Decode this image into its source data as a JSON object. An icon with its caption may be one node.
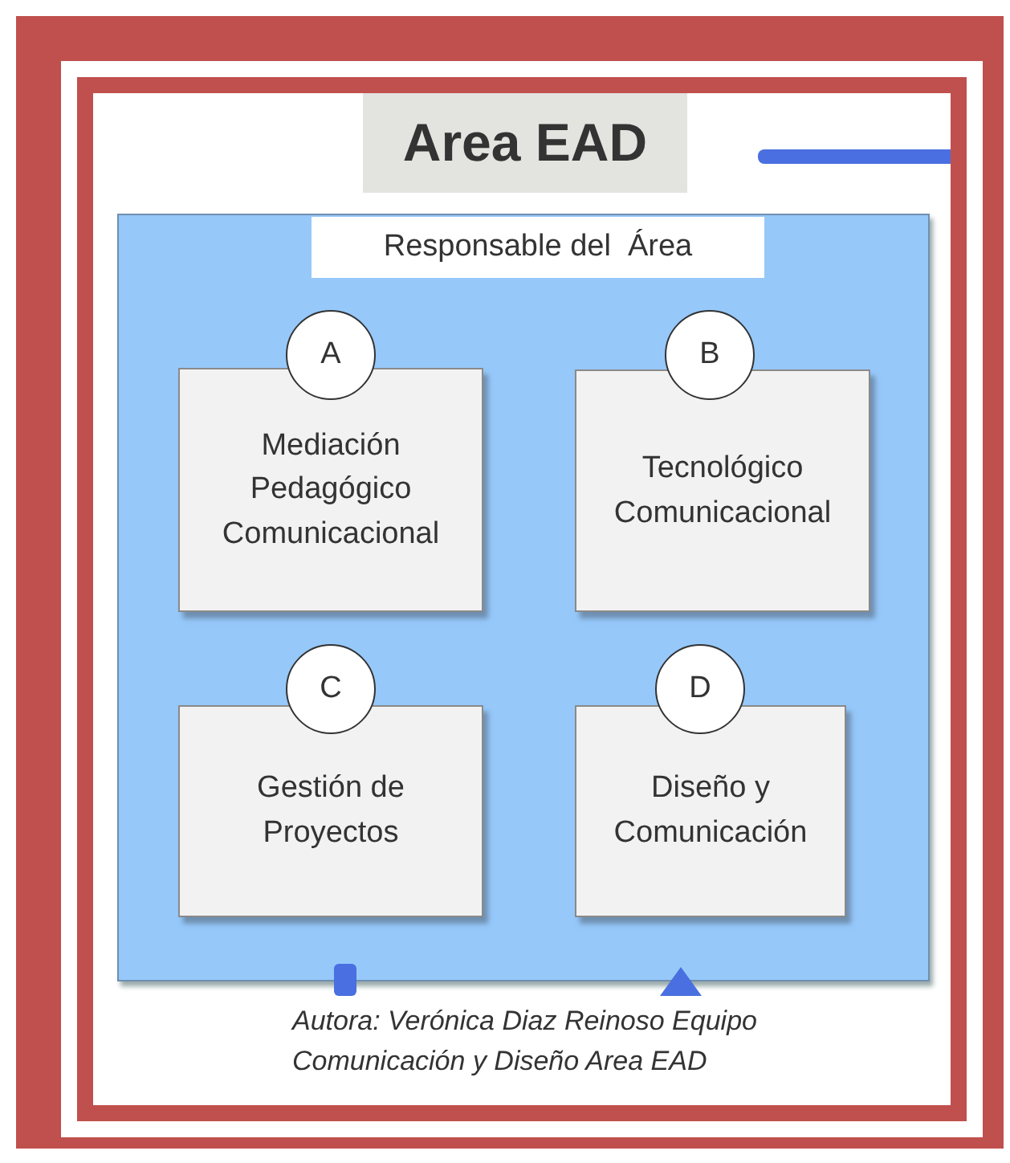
{
  "diagram": {
    "title": "Area EAD",
    "nodes": [
      {
        "text": [
          "Responsable del  Área"
        ]
      },
      {
        "text": [
          "A"
        ],
        "in": 0
      },
      {
        "text": [
          "Mediación Pedagógico Comunicacional"
        ],
        "in": 0
      },
      {
        "text": [
          "B"
        ],
        "in": 0
      },
      {
        "text": [
          "Tecnológico Comunicacional"
        ],
        "in": 0
      },
      {
        "text": [
          "C"
        ],
        "in": 0
      },
      {
        "text": [
          "Gestión de Proyectos"
        ],
        "in": 0
      },
      {
        "text": [
          "D"
        ],
        "in": 0
      },
      {
        "text": [
          "Diseño y Comunicación"
        ],
        "in": 0
      }
    ],
    "edges": [],
    "caption": "Autora: Verónica Diaz Reinoso Equipo Comunicación y Diseño Area EAD"
  }
}
